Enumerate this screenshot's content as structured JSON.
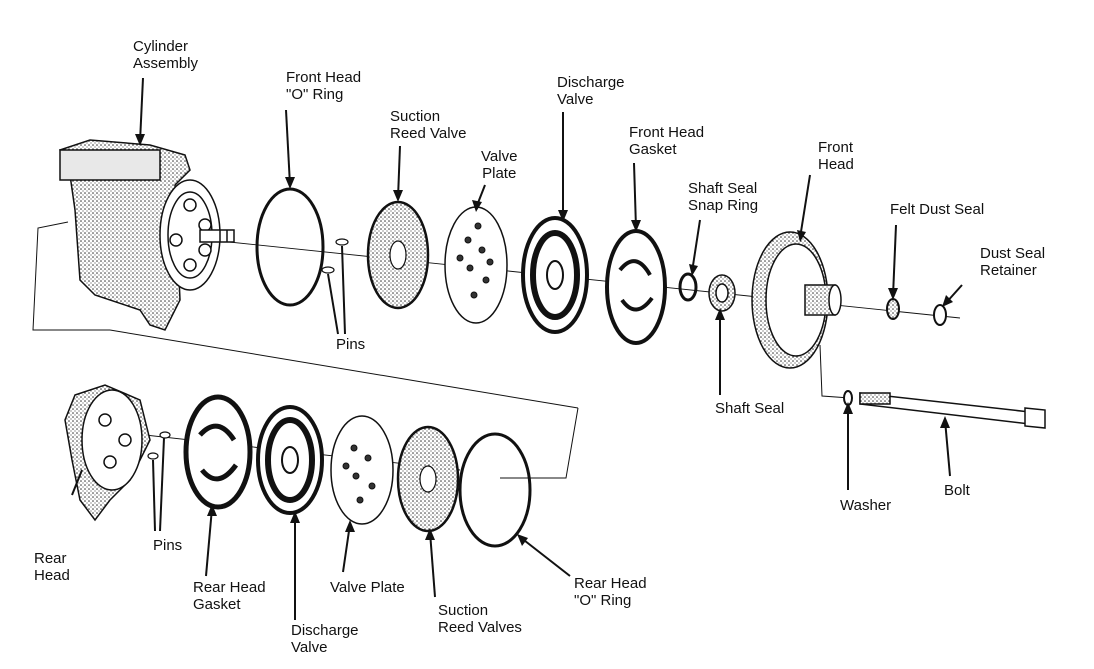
{
  "labels": {
    "cylinder_assembly": [
      "Cylinder",
      "Assembly"
    ],
    "front_head_o_ring": [
      "Front Head",
      "\"O\" Ring"
    ],
    "suction_reed_valve": [
      "Suction",
      "Reed Valve"
    ],
    "valve_plate_top": [
      "Valve",
      "Plate"
    ],
    "discharge_valve_top": [
      "Discharge",
      "Valve"
    ],
    "front_head_gasket": [
      "Front Head",
      "Gasket"
    ],
    "shaft_seal_snap_ring": [
      "Shaft Seal",
      "Snap Ring"
    ],
    "front_head": [
      "Front",
      "Head"
    ],
    "felt_dust_seal": [
      "Felt Dust Seal"
    ],
    "dust_seal_retainer": [
      "Dust Seal",
      "Retainer"
    ],
    "pins_top": [
      "Pins"
    ],
    "shaft_seal": [
      "Shaft Seal"
    ],
    "washer": [
      "Washer"
    ],
    "bolt": [
      "Bolt"
    ],
    "rear_head": [
      "Rear",
      "Head"
    ],
    "pins_bottom": [
      "Pins"
    ],
    "rear_head_gasket": [
      "Rear Head",
      "Gasket"
    ],
    "discharge_valve_bottom": [
      "Discharge",
      "Valve"
    ],
    "valve_plate_bottom": [
      "Valve Plate"
    ],
    "suction_reed_valves": [
      "Suction",
      "Reed Valves"
    ],
    "rear_head_o_ring": [
      "Rear Head",
      "\"O\" Ring"
    ]
  },
  "colors": {
    "ink": "#111111",
    "shade": "#9a9a9a",
    "paper": "#ffffff"
  }
}
